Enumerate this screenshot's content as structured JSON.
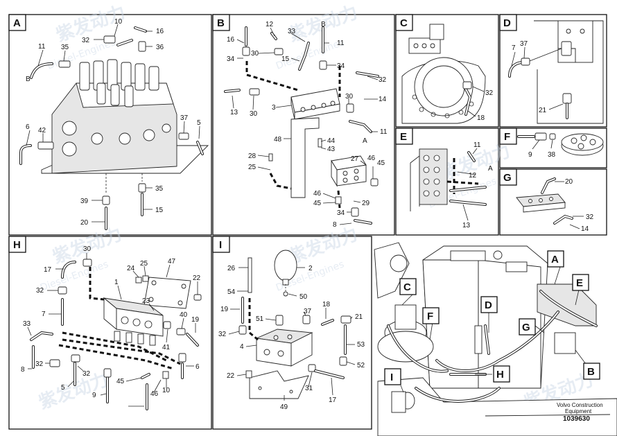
{
  "panels": {
    "A": {
      "letter": "A",
      "labels": [
        "10",
        "16",
        "32",
        "36",
        "11",
        "35",
        "B",
        "6",
        "42",
        "37",
        "5",
        "35",
        "39",
        "15",
        "20"
      ]
    },
    "B": {
      "letter": "B",
      "labels": [
        "12",
        "B",
        "16",
        "33",
        "11",
        "30",
        "34",
        "15",
        "34",
        "32",
        "13",
        "30",
        "3",
        "30",
        "14",
        "11",
        "A",
        "48",
        "44",
        "43",
        "27",
        "28",
        "46",
        "25",
        "45",
        "46",
        "45",
        "29",
        "34",
        "8"
      ]
    },
    "C": {
      "letter": "C",
      "labels": [
        "32",
        "18"
      ]
    },
    "D": {
      "letter": "D",
      "labels": [
        "7",
        "37",
        "21"
      ]
    },
    "E": {
      "letter": "E",
      "labels": [
        "11",
        "A",
        "12",
        "13"
      ]
    },
    "F": {
      "letter": "F",
      "labels": [
        "9",
        "38"
      ]
    },
    "G": {
      "letter": "G",
      "labels": [
        "20",
        "32",
        "14"
      ]
    },
    "H": {
      "letter": "H",
      "labels": [
        "30",
        "17",
        "24",
        "25",
        "47",
        "22",
        "32",
        "1",
        "7",
        "23",
        "40",
        "19",
        "33",
        "41",
        "8",
        "32",
        "6",
        "5",
        "32",
        "9",
        "45",
        "46",
        "10"
      ]
    },
    "I": {
      "letter": "I",
      "labels": [
        "26",
        "2",
        "54",
        "50",
        "19",
        "51",
        "18",
        "37",
        "21",
        "32",
        "4",
        "53",
        "52",
        "22",
        "31",
        "49",
        "17"
      ]
    }
  },
  "overview": {
    "callouts": [
      "A",
      "B",
      "C",
      "D",
      "E",
      "F",
      "G",
      "H",
      "I"
    ],
    "brand": "Volvo Construction",
    "brand2": "Equipment",
    "doc_number": "1039630"
  },
  "watermark": {
    "text": "紫发动力",
    "sub": "Diesel-Engines"
  },
  "colors": {
    "line": "#111111",
    "watermark": "#c9d6e6",
    "background": "#ffffff"
  }
}
